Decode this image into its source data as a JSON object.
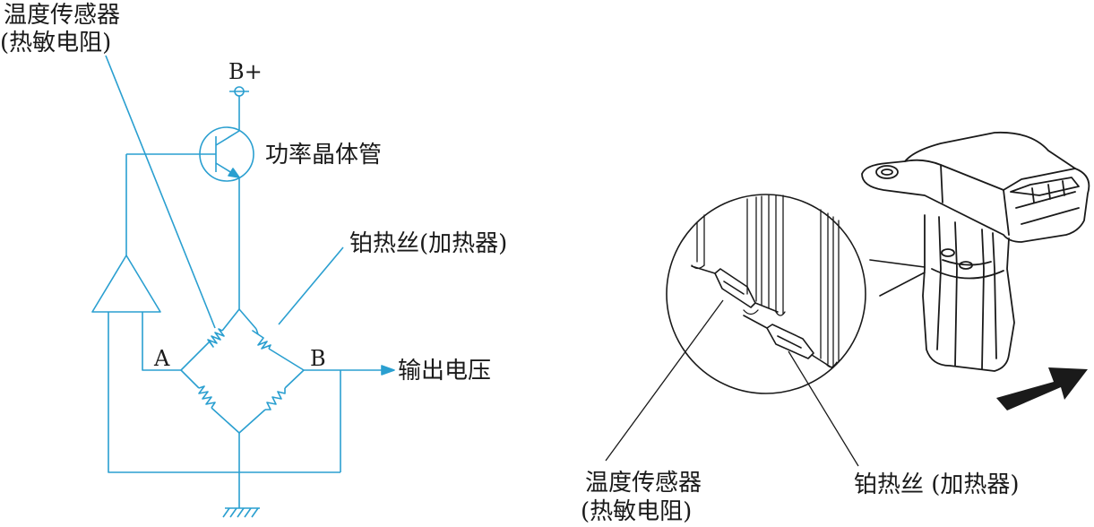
{
  "circuit": {
    "temp_sensor_line1": "温度传感器",
    "temp_sensor_line2": "(热敏电阻)",
    "supply_label": "B+",
    "transistor_label": "功率晶体管",
    "hot_wire_label": "铂热丝(加热器)",
    "node_a": "A",
    "node_b": "B",
    "output_label": "输出电压"
  },
  "sensor": {
    "temp_sensor_line1": "温度传感器",
    "temp_sensor_line2": "(热敏电阻)",
    "hot_wire_label": "铂热丝 (加热器)"
  },
  "colors": {
    "wire": "#2a9fd0",
    "ink": "#1a1a1a",
    "arrow_fill": "#1a1a1a"
  }
}
